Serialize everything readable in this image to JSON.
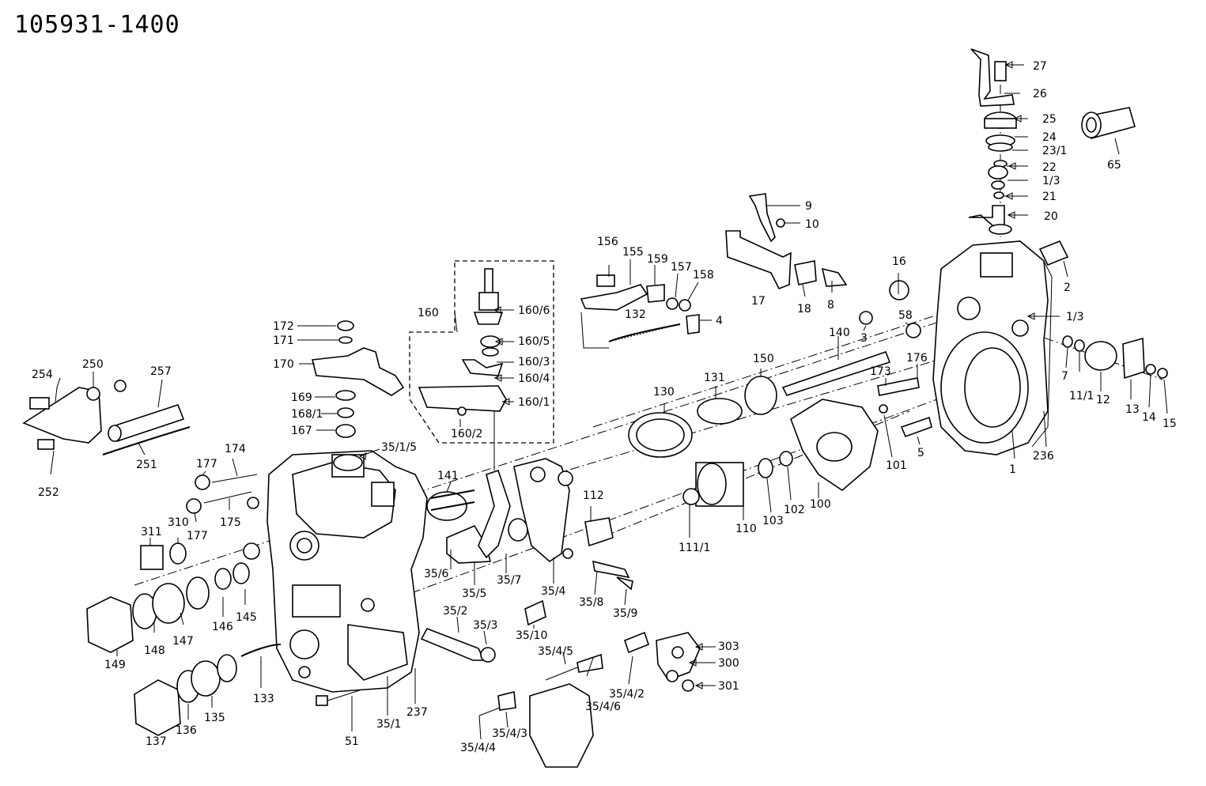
{
  "title": "105931-1400",
  "labels": [
    "27",
    "26",
    "25",
    "24",
    "23/1",
    "22",
    "1/3",
    "21",
    "20",
    "65",
    "9",
    "10",
    "17",
    "18",
    "8",
    "16",
    "2",
    "156",
    "155",
    "159",
    "157",
    "158",
    "4",
    "132",
    "160",
    "160/6",
    "160/5",
    "160/3",
    "160/4",
    "160/1",
    "160/2",
    "172",
    "171",
    "170",
    "169",
    "168/1",
    "167",
    "35/1/5",
    "254",
    "250",
    "257",
    "252",
    "251",
    "177",
    "174",
    "175",
    "177",
    "311",
    "310",
    "149",
    "148",
    "147",
    "146",
    "145",
    "141",
    "35/6",
    "35/5",
    "35/7",
    "35/4",
    "35/8",
    "35/9",
    "112",
    "111/1",
    "110",
    "103",
    "102",
    "100",
    "101",
    "5",
    "130",
    "131",
    "150",
    "140",
    "3",
    "58",
    "173",
    "176",
    "1/3",
    "7",
    "11/1",
    "12",
    "13",
    "14",
    "15",
    "236",
    "1",
    "35/2",
    "35/3",
    "35/10",
    "35/4/5",
    "35/4/2",
    "35/4/6",
    "35/4/3",
    "35/4/4",
    "303",
    "300",
    "301",
    "133",
    "136",
    "135",
    "137",
    "51",
    "35/1",
    "237"
  ],
  "icons": [
    "exploded-parts-diagram"
  ]
}
